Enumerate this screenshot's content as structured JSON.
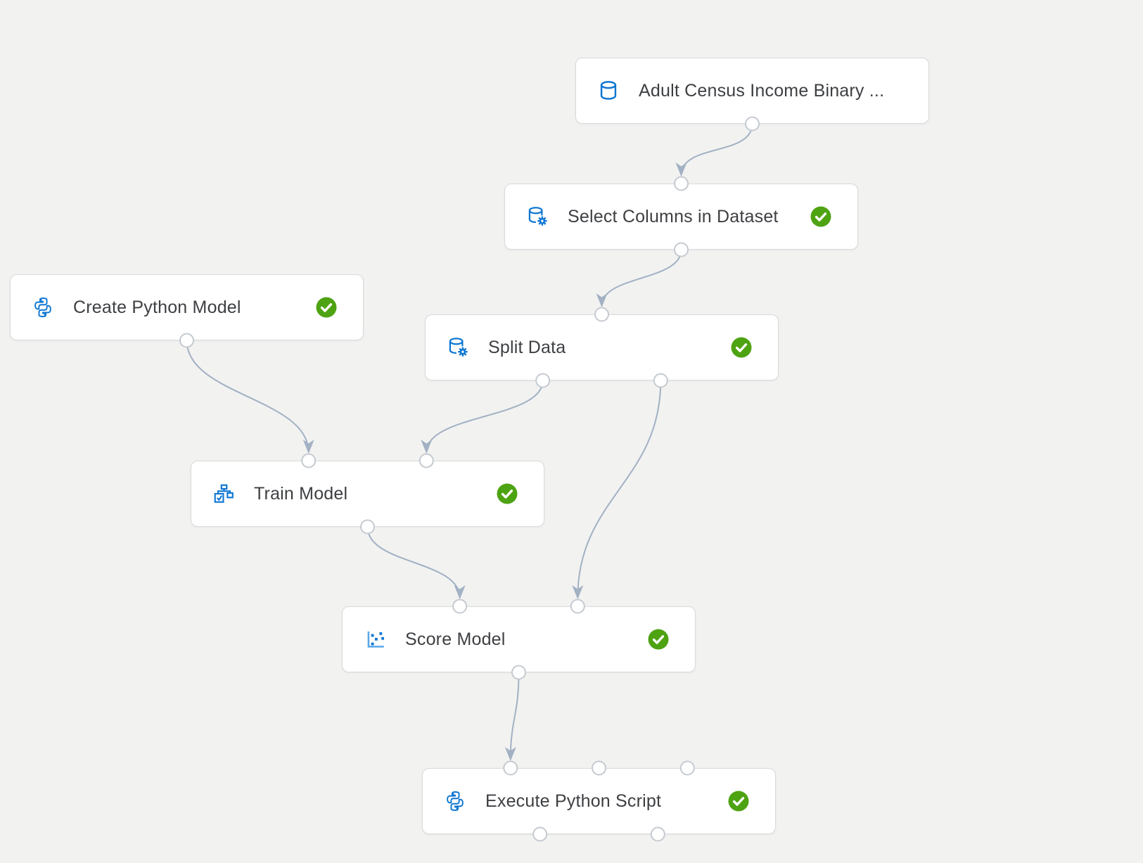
{
  "theme": {
    "canvas_bg": "#f2f2f1",
    "node_bg": "#ffffff",
    "node_border": "#d9dadb",
    "icon_blue": "#0e76d2",
    "icon_blue_light": "#5aa7e8",
    "wire_color": "#a2b1c3",
    "port_border": "#c5cad0",
    "status_green": "#4ea312",
    "text_color": "#3d3f42"
  },
  "canvas": {
    "type": "machine-learning-experiment-graph"
  },
  "nodes": [
    {
      "id": "adult-census-dataset",
      "label": "Adult Census Income Binary ...",
      "icon": "dataset-icon",
      "status": "",
      "inputs": 0,
      "outputs": 1
    },
    {
      "id": "select-columns",
      "label": "Select Columns in Dataset",
      "icon": "dataset-gear-icon",
      "status": "completed",
      "inputs": 1,
      "outputs": 1
    },
    {
      "id": "create-python-model",
      "label": "Create Python Model",
      "icon": "python-icon",
      "status": "completed",
      "inputs": 0,
      "outputs": 1
    },
    {
      "id": "split-data",
      "label": "Split Data",
      "icon": "dataset-gear-icon",
      "status": "completed",
      "inputs": 1,
      "outputs": 2
    },
    {
      "id": "train-model",
      "label": "Train Model",
      "icon": "train-model-icon",
      "status": "completed",
      "inputs": 2,
      "outputs": 1
    },
    {
      "id": "score-model",
      "label": "Score Model",
      "icon": "score-model-icon",
      "status": "completed",
      "inputs": 2,
      "outputs": 1
    },
    {
      "id": "execute-python-script",
      "label": "Execute Python Script",
      "icon": "python-icon",
      "status": "completed",
      "inputs": 3,
      "outputs": 2
    }
  ],
  "edges": [
    {
      "from": "adult-census-dataset",
      "from_port": 1,
      "to": "select-columns",
      "to_port": 1
    },
    {
      "from": "select-columns",
      "from_port": 1,
      "to": "split-data",
      "to_port": 1
    },
    {
      "from": "create-python-model",
      "from_port": 1,
      "to": "train-model",
      "to_port": 1
    },
    {
      "from": "split-data",
      "from_port": 1,
      "to": "train-model",
      "to_port": 2
    },
    {
      "from": "split-data",
      "from_port": 2,
      "to": "score-model",
      "to_port": 2
    },
    {
      "from": "train-model",
      "from_port": 1,
      "to": "score-model",
      "to_port": 1
    },
    {
      "from": "score-model",
      "from_port": 1,
      "to": "execute-python-script",
      "to_port": 1
    }
  ]
}
